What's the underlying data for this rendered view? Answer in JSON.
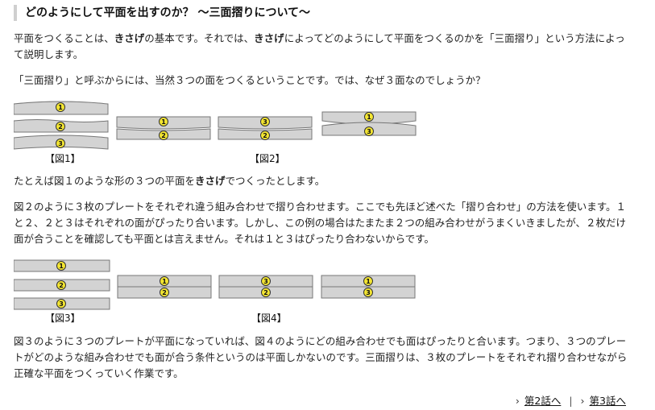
{
  "heading": "どのようにして平面を出すのか？ ～三面摺りについて～",
  "para1": {
    "a": "平面をつくることは、",
    "b": "きさげ",
    "c": "の基本です。それでは、",
    "d": "きさげ",
    "e": "によってどのようにして平面をつくるのかを「三面摺り」という方法によって説明します。"
  },
  "para2": "「三面摺り」と呼ぶからには、当然３つの面をつくるということです。では、なぜ３面なのでしょうか？",
  "fig1_caption": "【図1】",
  "fig2_caption": "【図2】",
  "para3": {
    "a": "たとえば図１のような形の３つの平面を",
    "b": "きさげ",
    "c": "でつくったとします。"
  },
  "para4": "図２のように３枚のプレートをそれぞれ違う組み合わせで摺り合わせます。ここでも先ほど述べた「摺り合わせ」の方法を使います。１と２、２と３はそれぞれの面がぴったり合います。しかし、この例の場合はたまたま２つの組み合わせがうまくいきましたが、２枚だけ面が合うことを確認しても平面とは言えません。それは１と３はぴったり合わないからです。",
  "fig3_caption": "【図3】",
  "fig4_caption": "【図4】",
  "para5": "図３のように３つのプレートが平面になっていれば、図４のようにどの組み合わせでも面はぴったりと合います。つまり、３つのプレートがどのような組み合わせでも面が合う条件というのは平面しかないのです。三面摺りは、３枚のプレートをそれぞれ摺り合わせながら正確な平面をつくっていく作業です。",
  "labels": {
    "one": "1",
    "two": "2",
    "three": "3"
  },
  "nav": {
    "chevron1": "›",
    "link1": "第2話へ",
    "separator": "|",
    "chevron2": "›",
    "link2": "第3話へ"
  },
  "colors": {
    "plate_fill": "#d3d3d3",
    "plate_stroke": "#777777",
    "badge_fill": "#f4e632",
    "badge_stroke": "#333333",
    "heading_bar": "#cfcfcf"
  }
}
